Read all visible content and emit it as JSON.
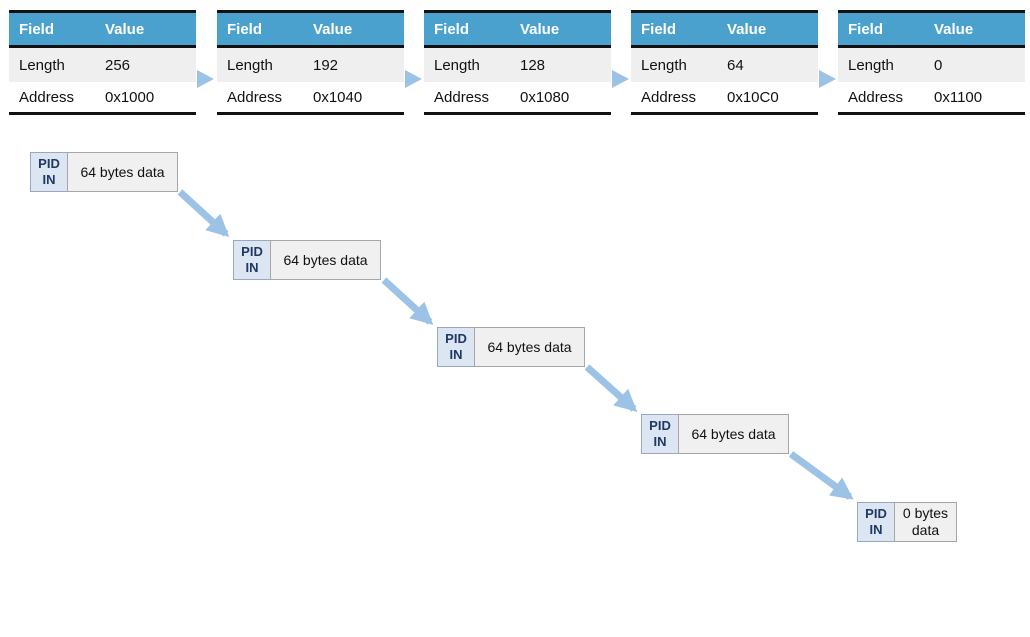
{
  "tables": [
    {
      "header": {
        "field": "Field",
        "value": "Value"
      },
      "rows": [
        {
          "field": "Length",
          "value": "256"
        },
        {
          "field": "Address",
          "value": "0x1000"
        }
      ]
    },
    {
      "header": {
        "field": "Field",
        "value": "Value"
      },
      "rows": [
        {
          "field": "Length",
          "value": "192"
        },
        {
          "field": "Address",
          "value": "0x1040"
        }
      ]
    },
    {
      "header": {
        "field": "Field",
        "value": "Value"
      },
      "rows": [
        {
          "field": "Length",
          "value": "128"
        },
        {
          "field": "Address",
          "value": "0x1080"
        }
      ]
    },
    {
      "header": {
        "field": "Field",
        "value": "Value"
      },
      "rows": [
        {
          "field": "Length",
          "value": "64"
        },
        {
          "field": "Address",
          "value": "0x10C0"
        }
      ]
    },
    {
      "header": {
        "field": "Field",
        "value": "Value"
      },
      "rows": [
        {
          "field": "Length",
          "value": "0"
        },
        {
          "field": "Address",
          "value": "0x1100"
        }
      ]
    }
  ],
  "packets": [
    {
      "pid": "PID",
      "direction": "IN",
      "data": "64 bytes data"
    },
    {
      "pid": "PID",
      "direction": "IN",
      "data": "64 bytes data"
    },
    {
      "pid": "PID",
      "direction": "IN",
      "data": "64 bytes data"
    },
    {
      "pid": "PID",
      "direction": "IN",
      "data": "64 bytes data"
    },
    {
      "pid": "PID",
      "direction": "IN",
      "data": "0 bytes data"
    }
  ],
  "colors": {
    "header_blue": "#4AA1CE",
    "arrow_blue": "#9CC3E5",
    "pid_fill": "#DCE6F2",
    "pid_text": "#1F3864",
    "data_fill": "#F0F0F0",
    "row_stripe": "#EFEFEF"
  }
}
